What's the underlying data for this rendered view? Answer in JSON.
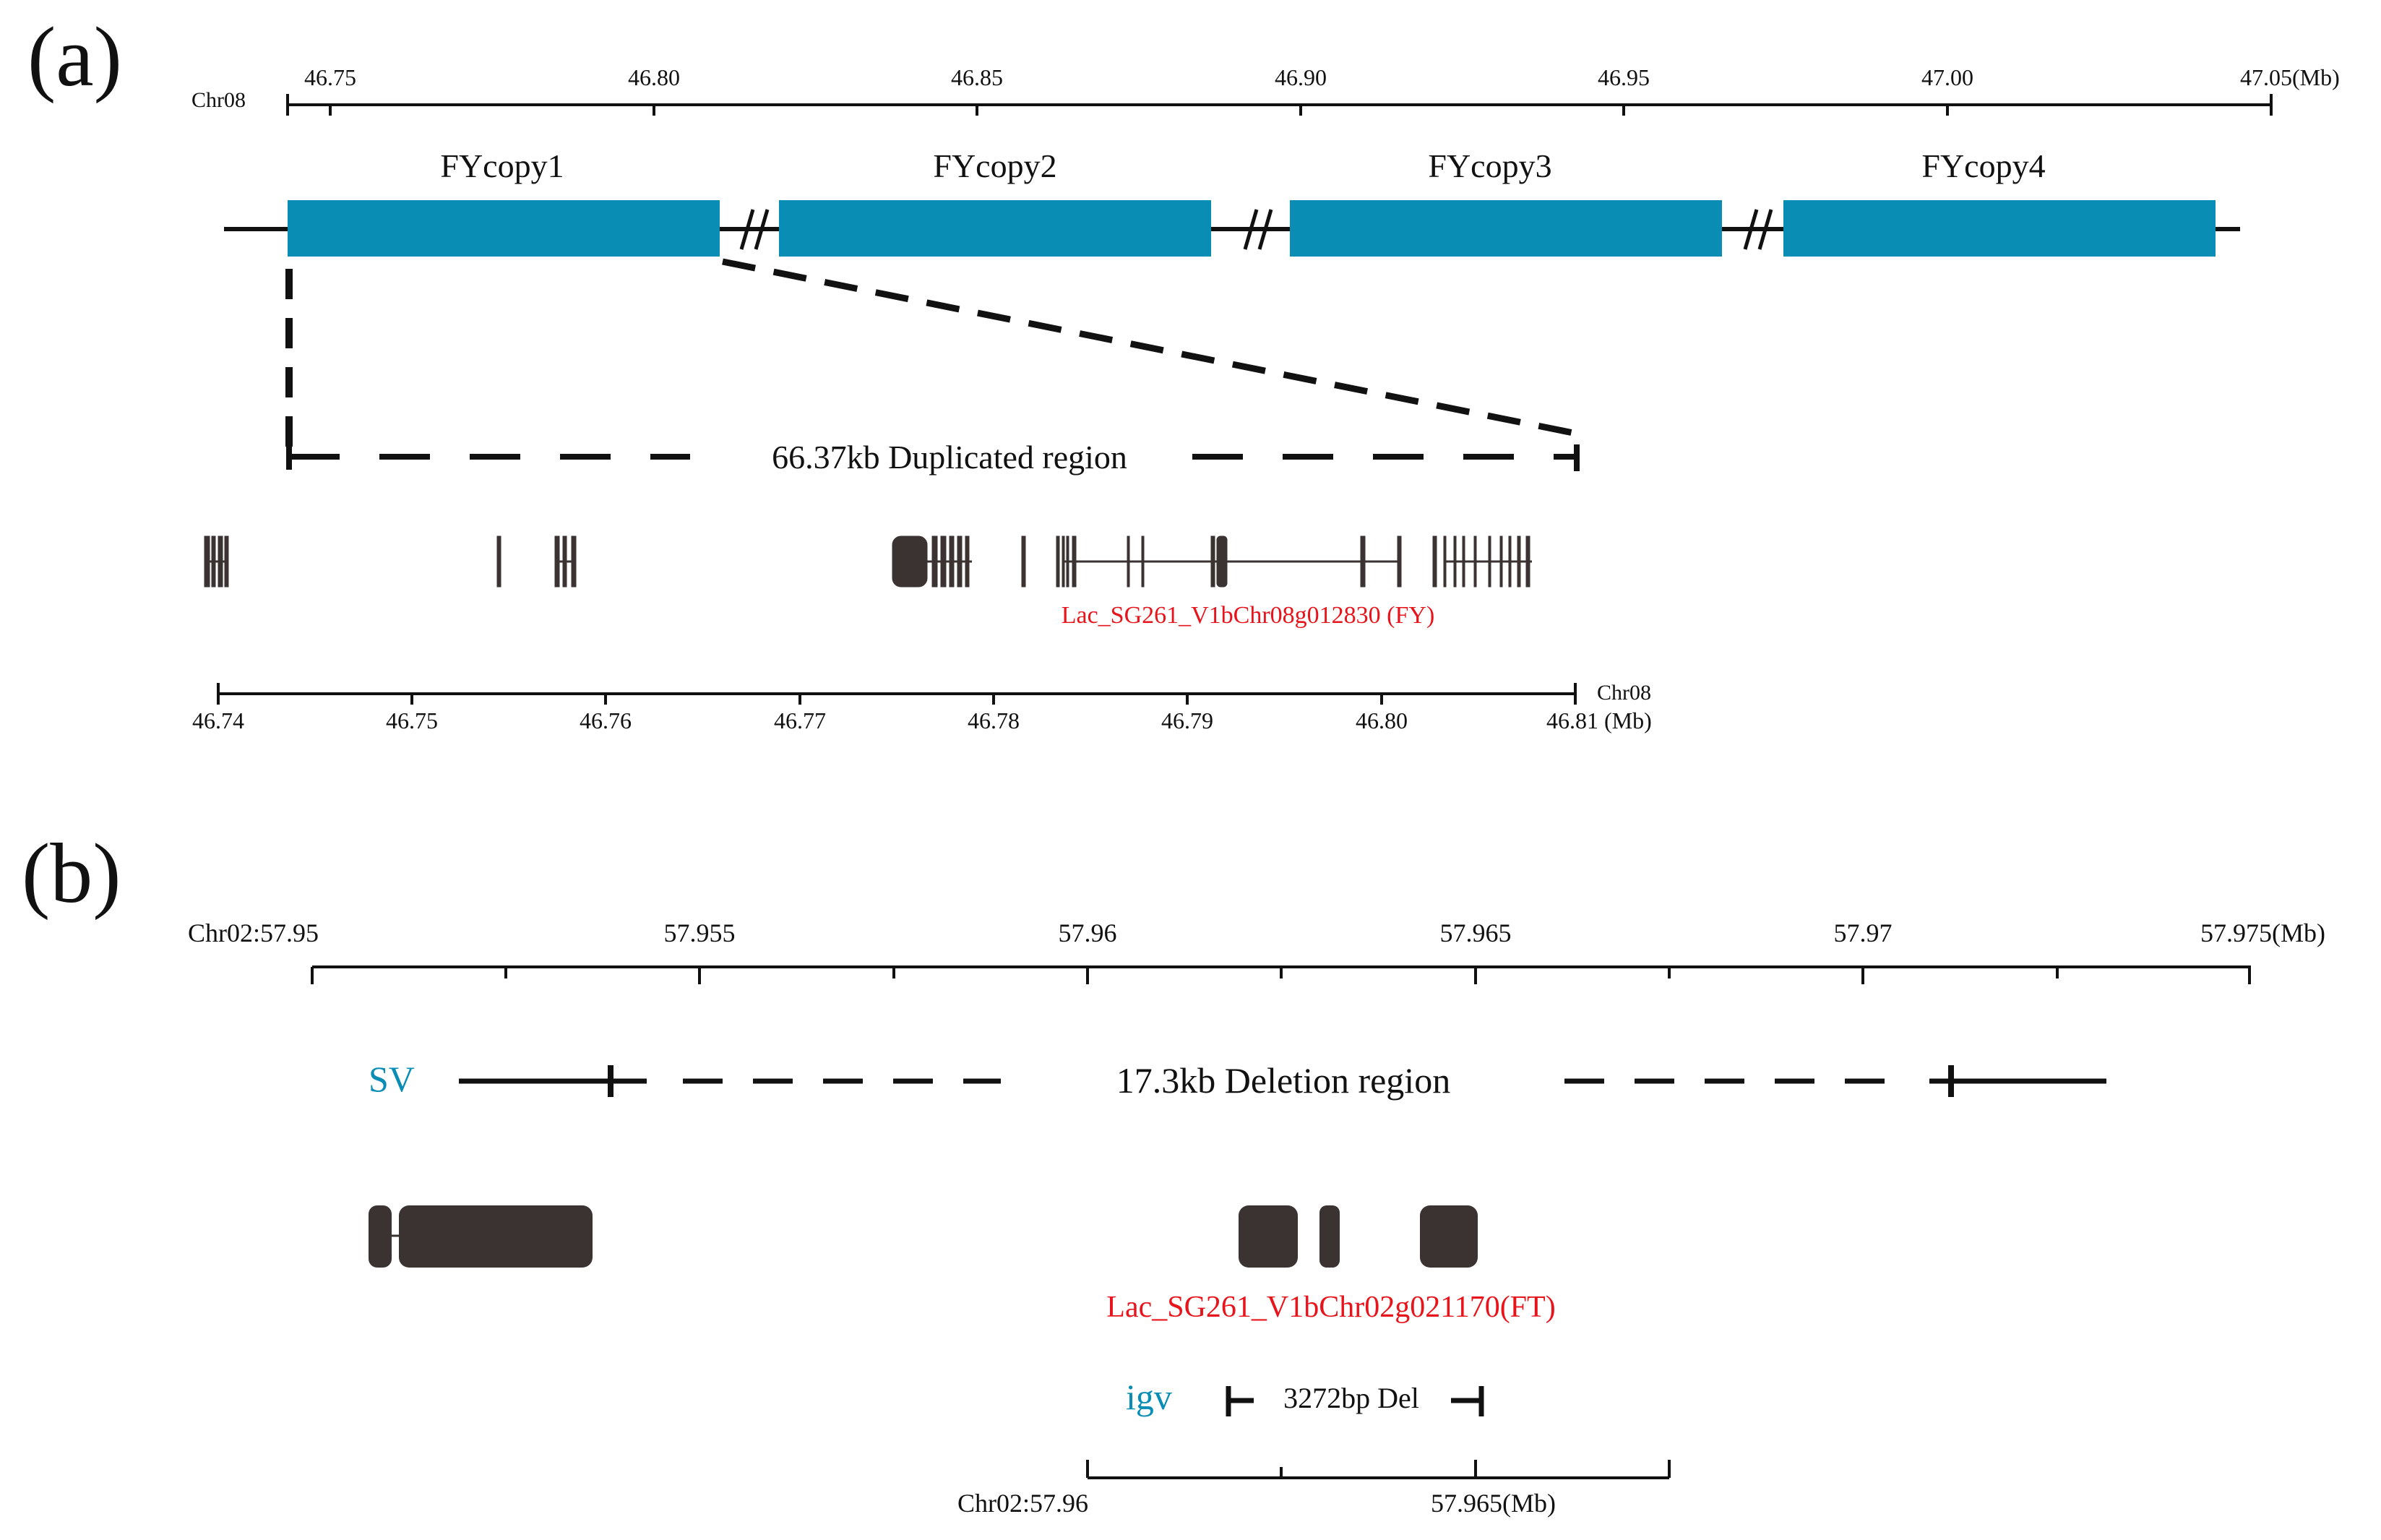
{
  "panel_a": {
    "label": "(a)",
    "top_axis": {
      "chrom": "Chr08",
      "ticks": [
        "46.75",
        "46.80",
        "46.85",
        "46.90",
        "46.95",
        "47.00",
        "47.05(Mb)"
      ]
    },
    "copies": [
      "FYcopy1",
      "FYcopy2",
      "FYcopy3",
      "FYcopy4"
    ],
    "copy_color": "#0a8db5",
    "duplicated_label": "66.37kb Duplicated region",
    "gene_label": "Lac_SG261_V1bChr08g012830 (FY)",
    "gene_label_color": "#e8141c",
    "bottom_axis": {
      "chrom": "Chr08",
      "ticks": [
        "46.74",
        "46.75",
        "46.76",
        "46.77",
        "46.78",
        "46.79",
        "46.80",
        "46.81 (Mb)"
      ]
    }
  },
  "panel_b": {
    "label": "(b)",
    "top_axis": {
      "ticks": [
        "Chr02:57.95",
        "57.955",
        "57.96",
        "57.965",
        "57.97",
        "57.975(Mb)"
      ]
    },
    "sv_label": "SV",
    "sv_label_color": "#0a8db5",
    "deletion_label": "17.3kb Deletion region",
    "gene_label": "Lac_SG261_V1bChr02g021170(FT)",
    "gene_label_color": "#e8141c",
    "igv_label": "igv",
    "igv_del_label": "3272bp Del",
    "bottom_axis": {
      "ticks": [
        "Chr02:57.96",
        "57.965(Mb)"
      ]
    }
  },
  "exon_color": "#3b3331"
}
